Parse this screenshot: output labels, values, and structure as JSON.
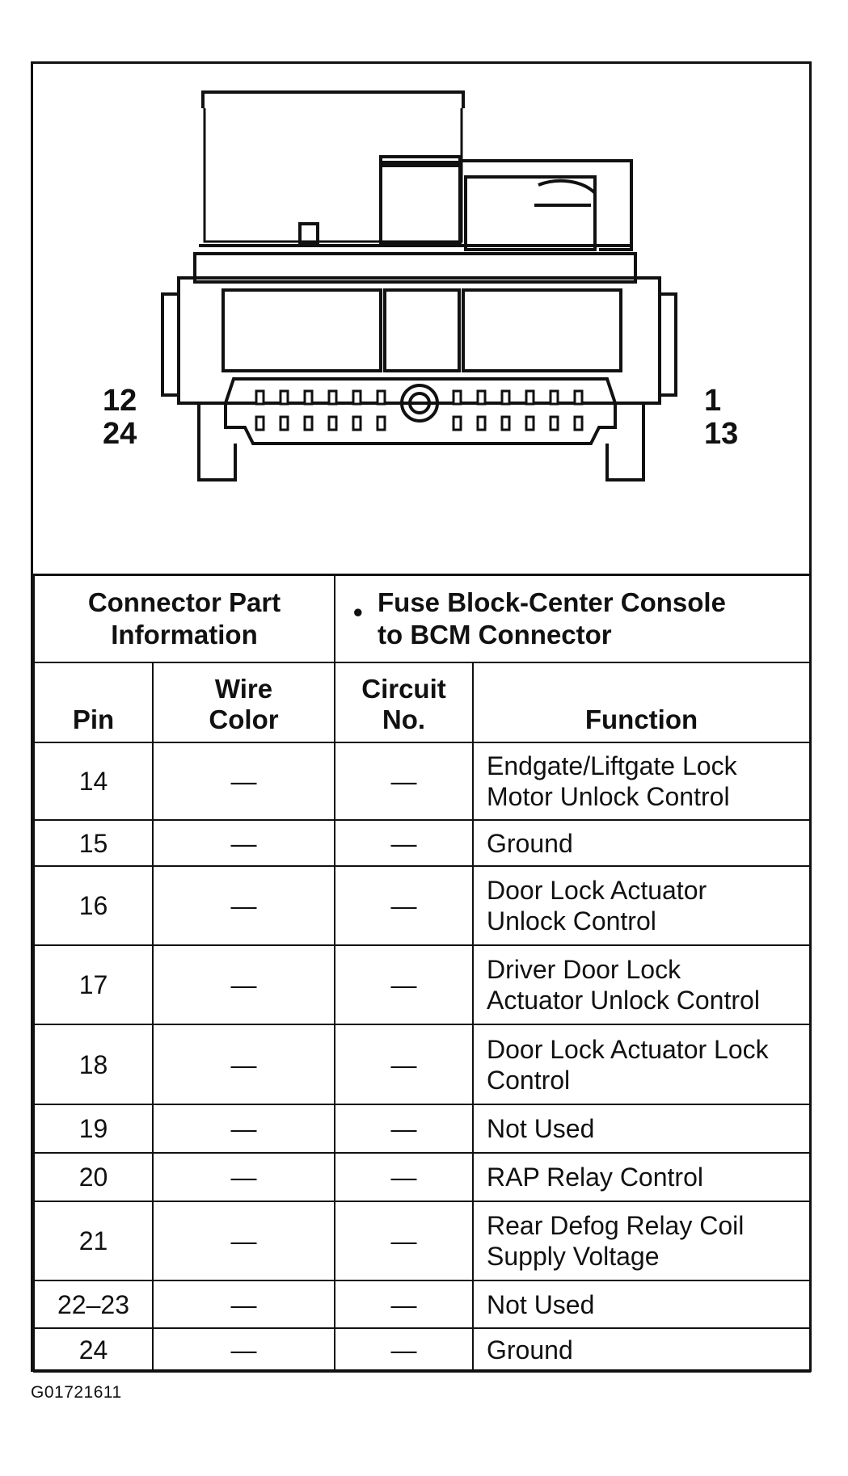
{
  "diagram": {
    "pin_labels": {
      "top_left": "12",
      "bottom_left": "24",
      "top_right": "1",
      "bottom_right": "13"
    }
  },
  "info": {
    "left": "Connector Part Information",
    "bullet": "•",
    "right_line1": "Fuse Block-Center Console",
    "right_line2": "to BCM Connector"
  },
  "headers": {
    "pin": "Pin",
    "wire_color_1": "Wire",
    "wire_color_2": "Color",
    "circuit_1": "Circuit",
    "circuit_2": "No.",
    "function": "Function"
  },
  "rows": [
    {
      "pin": "14",
      "wire": "—",
      "circuit": "—",
      "func1": "Endgate/Liftgate Lock",
      "func2": "Motor Unlock Control"
    },
    {
      "pin": "15",
      "wire": "—",
      "circuit": "—",
      "func1": "Ground",
      "func2": ""
    },
    {
      "pin": "16",
      "wire": "—",
      "circuit": "—",
      "func1": "Door Lock Actuator",
      "func2": "Unlock Control"
    },
    {
      "pin": "17",
      "wire": "—",
      "circuit": "—",
      "func1": "Driver Door Lock",
      "func2": "Actuator Unlock Control"
    },
    {
      "pin": "18",
      "wire": "—",
      "circuit": "—",
      "func1": "Door Lock Actuator Lock",
      "func2": "Control"
    },
    {
      "pin": "19",
      "wire": "—",
      "circuit": "—",
      "func1": "Not Used",
      "func2": ""
    },
    {
      "pin": "20",
      "wire": "—",
      "circuit": "—",
      "func1": "RAP Relay Control",
      "func2": ""
    },
    {
      "pin": "21",
      "wire": "—",
      "circuit": "—",
      "func1": "Rear Defog Relay Coil",
      "func2": "Supply Voltage"
    },
    {
      "pin": "22–23",
      "wire": "—",
      "circuit": "—",
      "func1": "Not Used",
      "func2": ""
    },
    {
      "pin": "24",
      "wire": "—",
      "circuit": "—",
      "func1": "Ground",
      "func2": ""
    }
  ],
  "footer": {
    "code": "G01721611"
  }
}
